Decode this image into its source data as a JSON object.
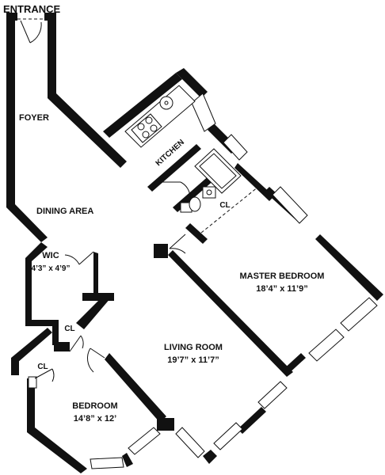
{
  "plan": {
    "entrance_label": "ENTRANCE",
    "rooms": {
      "foyer": {
        "name": "FOYER"
      },
      "kitchen": {
        "name": "KITCHEN"
      },
      "dining": {
        "name": "DINING AREA"
      },
      "wic": {
        "name": "WIC",
        "dims": "4’3” x 4’9”"
      },
      "closet_bath": {
        "name": "CL"
      },
      "master": {
        "name": "MASTER BEDROOM",
        "dims": "18’4” x 11’9”"
      },
      "living": {
        "name": "LIVING ROOM",
        "dims": "19’7” x 11’7”"
      },
      "closet_bed_upper": {
        "name": "CL"
      },
      "closet_bed_lower": {
        "name": "CL"
      },
      "bedroom": {
        "name": "BEDROOM",
        "dims": "14’8” x 12’"
      }
    }
  }
}
